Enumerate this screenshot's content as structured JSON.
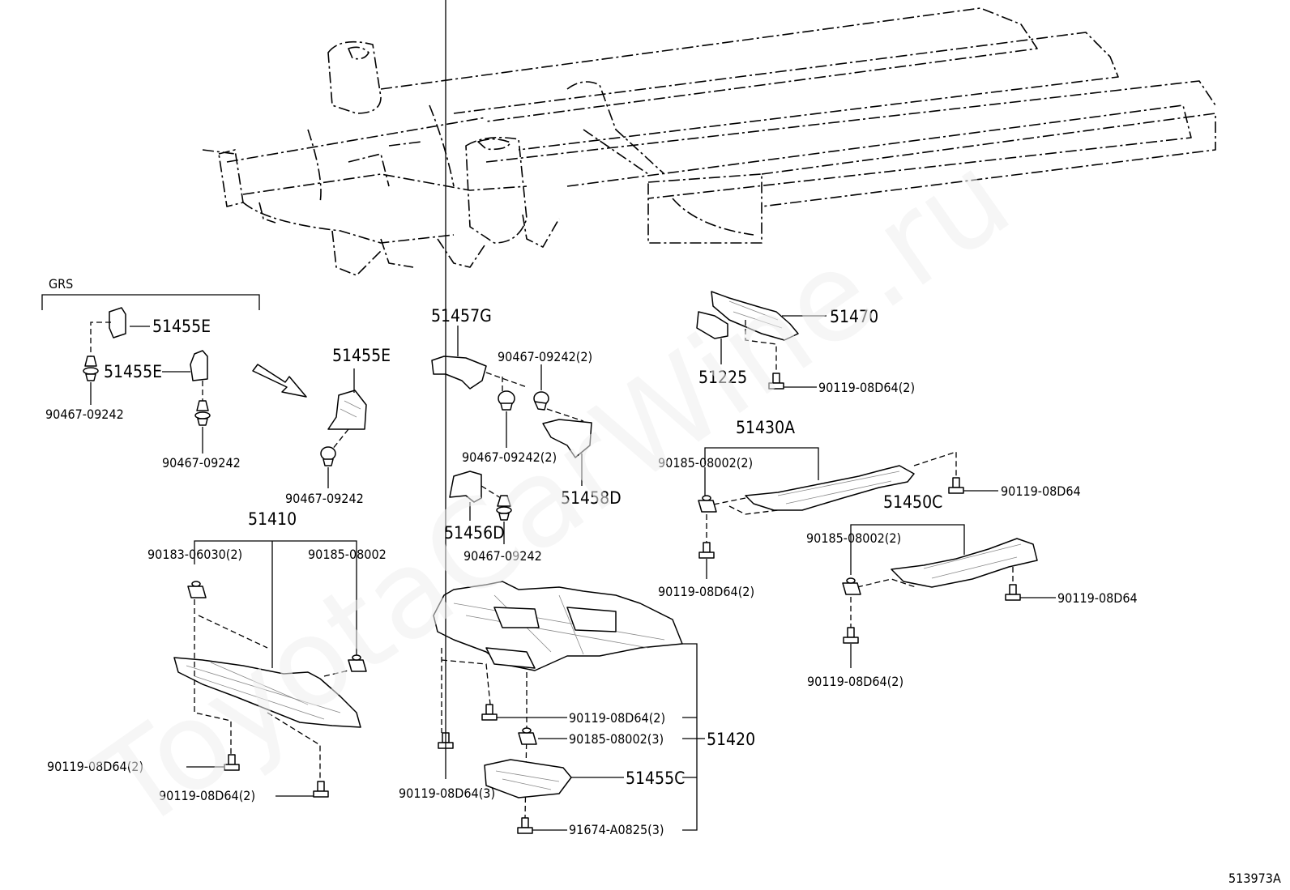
{
  "diagram_id": "513973A",
  "watermark": "ToyotaCarWine.ru",
  "group_label": "GRS",
  "labels": {
    "p51455E_a": "51455E",
    "p51455E_b": "51455E",
    "p51455E_c": "51455E",
    "p90467_a": "90467-09242",
    "p90467_b": "90467-09242",
    "p90467_c": "90467-09242",
    "p90467_d": "90467-09242(2)",
    "p90467_e": "90467-09242(2)",
    "p90467_f": "90467-09242",
    "p51457G": "51457G",
    "p51458D": "51458D",
    "p51456D": "51456D",
    "p51470": "51470",
    "p51225": "51225",
    "p90119_top": "90119-08D64(2)",
    "p51430A": "51430A",
    "p90185_430": "90185-08002(2)",
    "p90119_430r": "90119-08D64",
    "p90119_430b": "90119-08D64(2)",
    "p51450C": "51450C",
    "p90185_450": "90185-08002(2)",
    "p90119_450r": "90119-08D64",
    "p90119_450b": "90119-08D64(2)",
    "p51410": "51410",
    "p90183": "90183-06030(2)",
    "p90185_410": "90185-08002",
    "p90119_410a": "90119-08D64(2)",
    "p90119_410b": "90119-08D64(2)",
    "p51420": "51420",
    "p90119_420a": "90119-08D64(2)",
    "p90185_420": "90185-08002(3)",
    "p51455C": "51455C",
    "p91674": "91674-A0825(3)",
    "p90119_420b": "90119-08D64(3)"
  }
}
